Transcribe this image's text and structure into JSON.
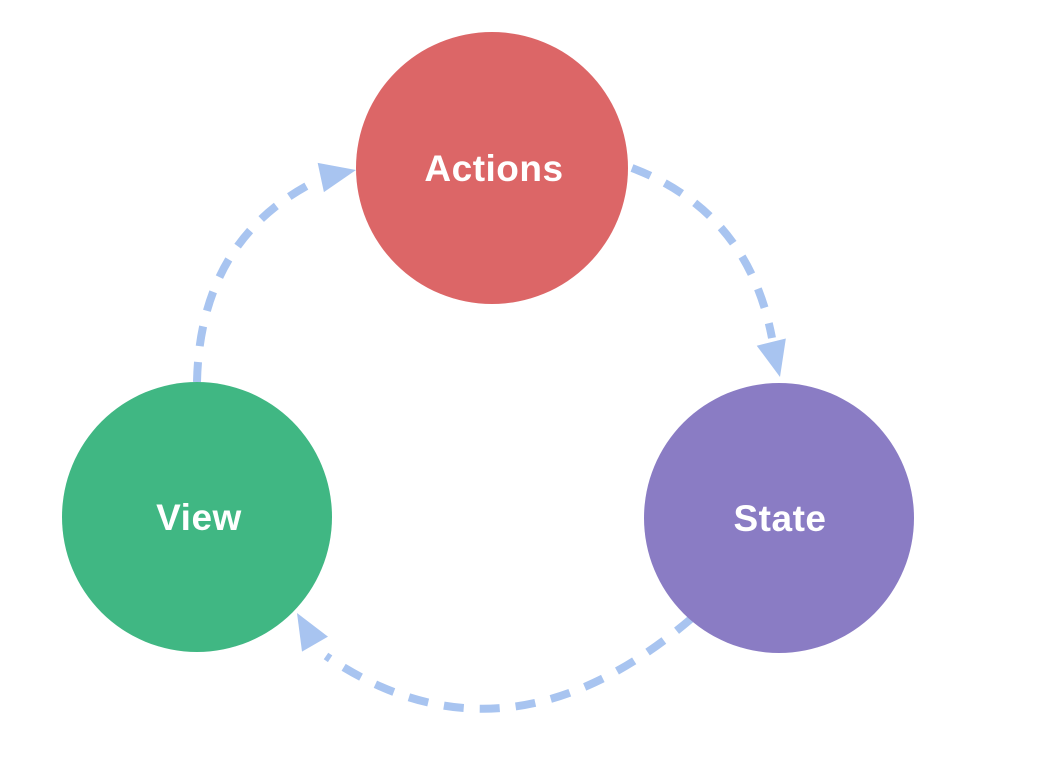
{
  "diagram": {
    "background_color": "#ffffff",
    "edge_color": "#a8c4f0",
    "label_color": "#ffffff",
    "nodes": [
      {
        "id": "actions",
        "label": "Actions",
        "color": "#dc6667"
      },
      {
        "id": "state",
        "label": "State",
        "color": "#8a7cc4"
      },
      {
        "id": "view",
        "label": "View",
        "color": "#40b783"
      }
    ],
    "edges": [
      {
        "from": "Actions",
        "to": "State"
      },
      {
        "from": "State",
        "to": "View"
      },
      {
        "from": "View",
        "to": "Actions"
      }
    ]
  }
}
